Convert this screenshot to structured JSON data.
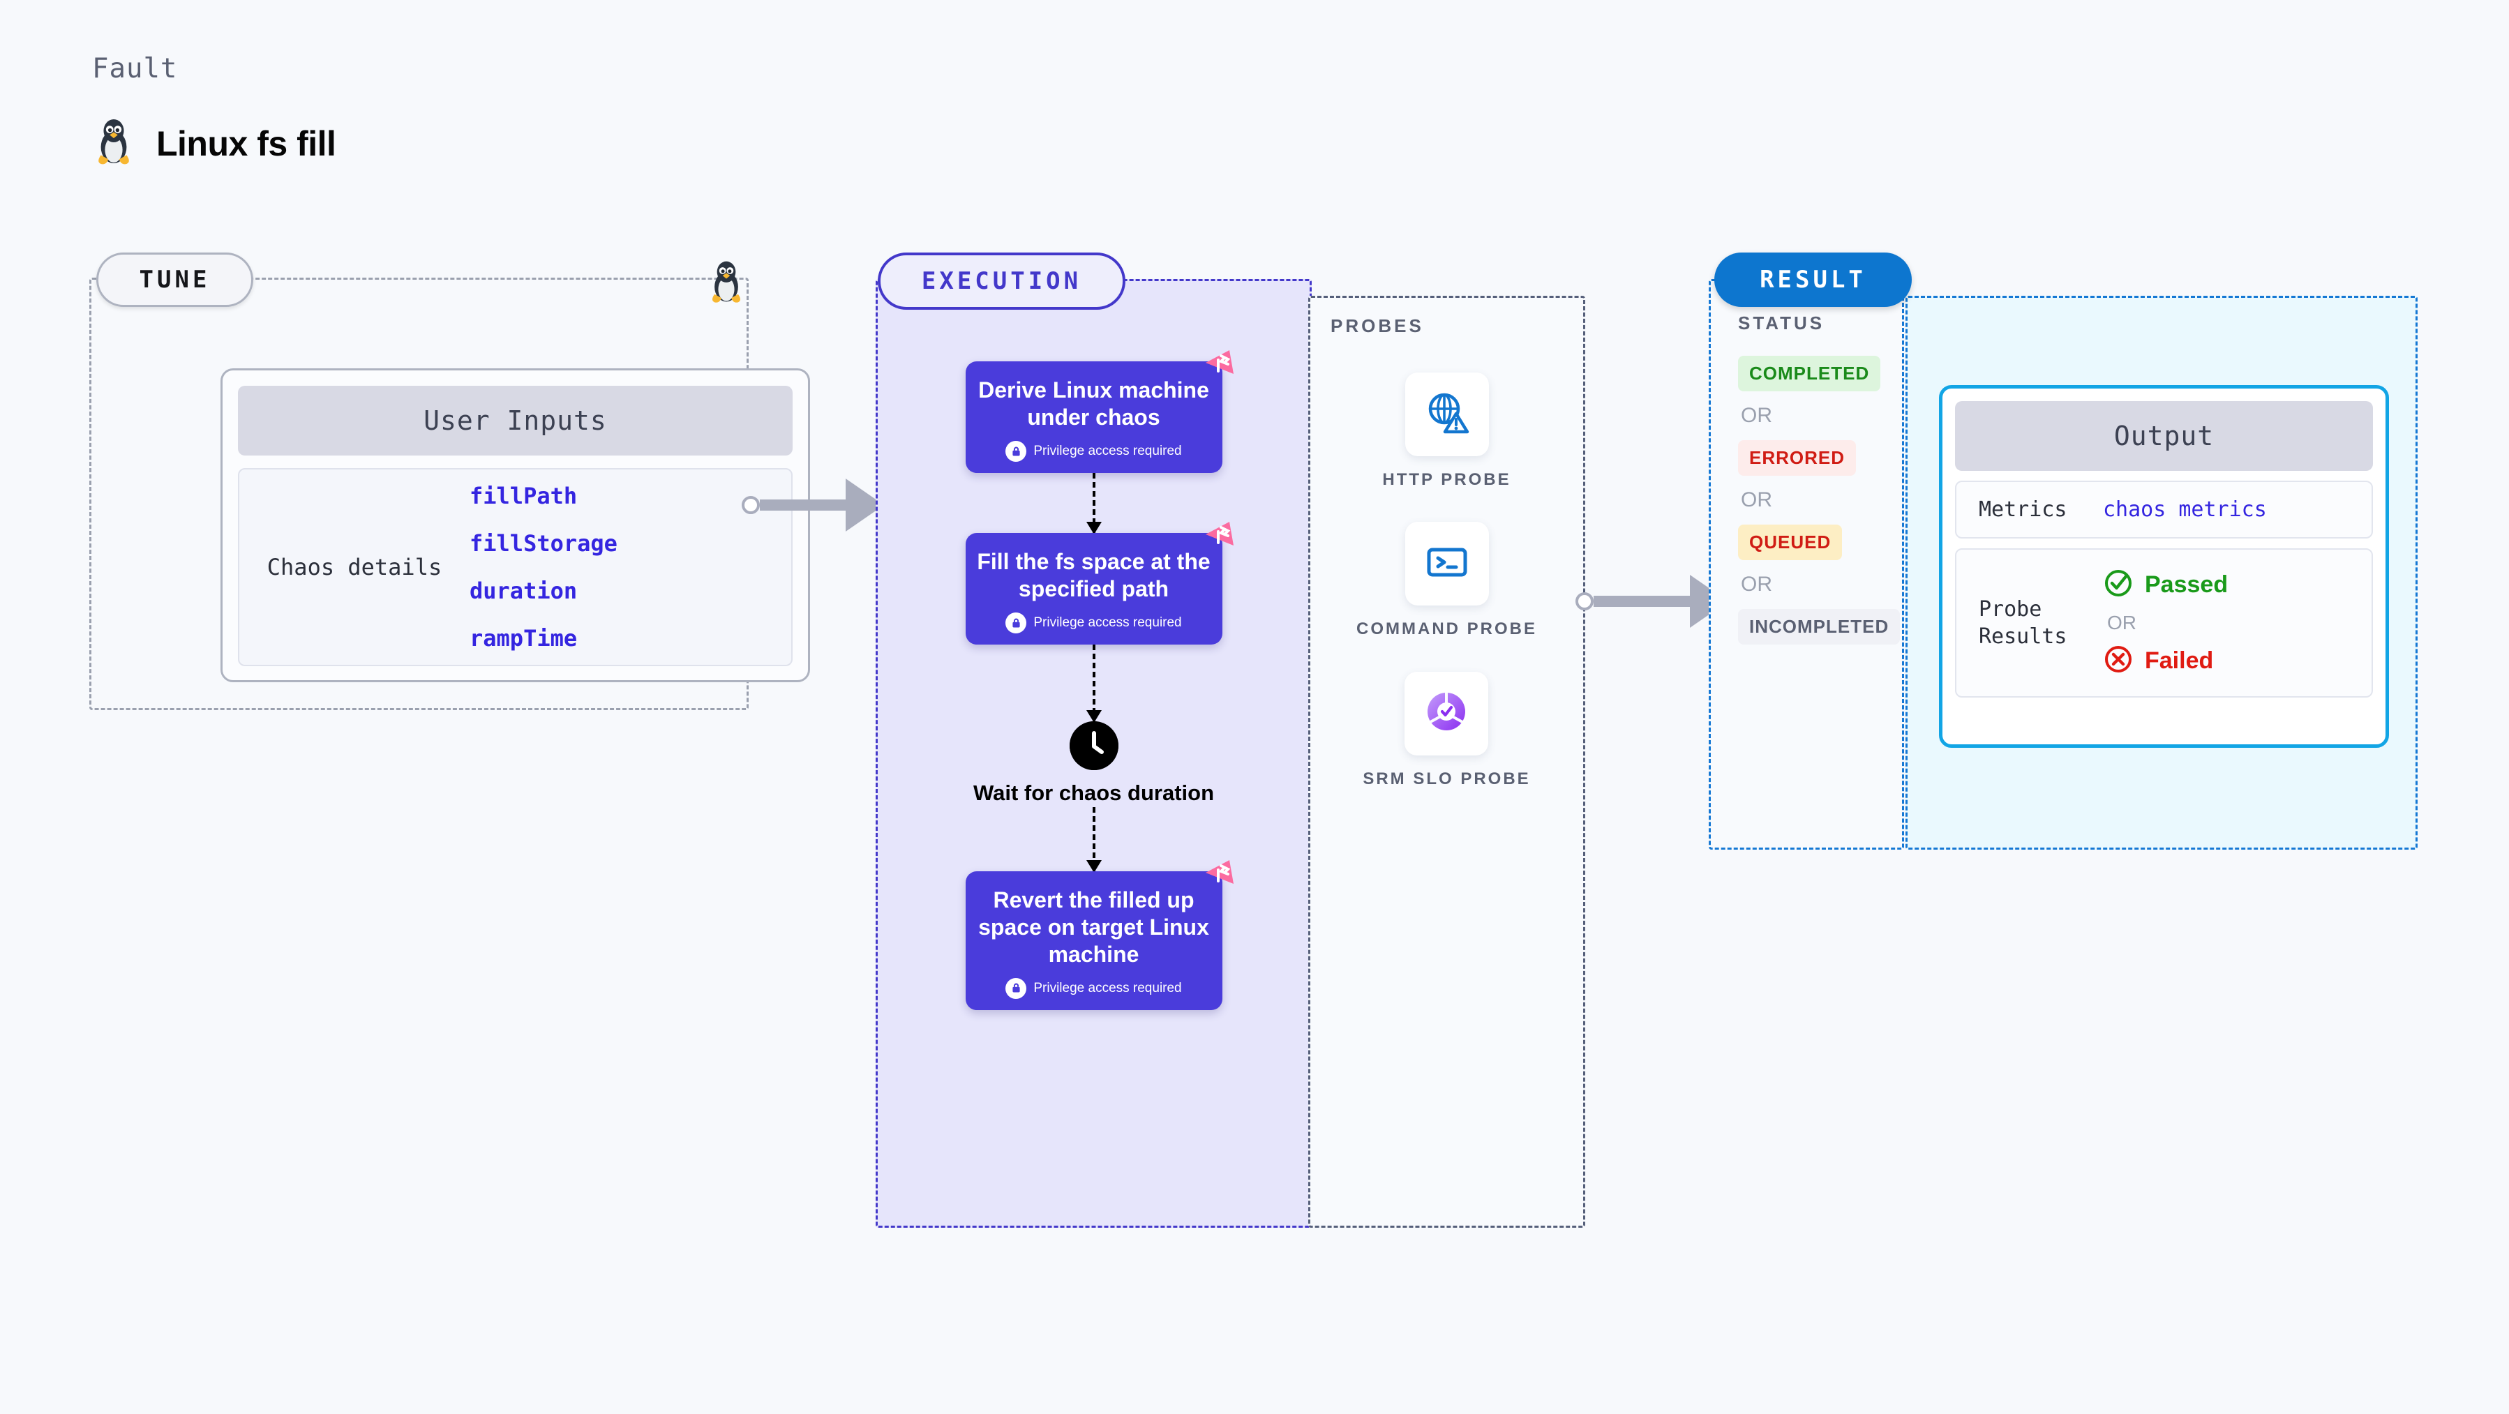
{
  "header": {
    "kicker": "Fault",
    "title": "Linux fs fill",
    "icon": "linux-tux-icon"
  },
  "tune": {
    "chip_label": "TUNE",
    "icon": "linux-tux-icon",
    "card": {
      "header": "User Inputs",
      "row_label": "Chaos details",
      "params": [
        "fillPath",
        "fillStorage",
        "duration",
        "rampTime"
      ]
    }
  },
  "execution": {
    "chip_label": "EXECUTION",
    "steps": [
      {
        "title": "Derive Linux machine under chaos",
        "privilege": "Privilege access required",
        "badge": "fault-corner-icon",
        "lock": "lock-icon"
      },
      {
        "title": "Fill the fs space at the specified path",
        "privilege": "Privilege access required",
        "badge": "fault-corner-icon",
        "lock": "lock-icon"
      },
      {
        "title": "Revert the filled up space on target Linux machine",
        "privilege": "Privilege access required",
        "badge": "fault-corner-icon",
        "lock": "lock-icon"
      }
    ],
    "wait_node": {
      "label": "Wait for chaos duration",
      "icon": "clock-icon"
    }
  },
  "probes": {
    "title": "PROBES",
    "items": [
      {
        "label": "HTTP PROBE",
        "icon": "globe-warning-icon"
      },
      {
        "label": "COMMAND PROBE",
        "icon": "terminal-icon"
      },
      {
        "label": "SRM SLO PROBE",
        "icon": "srm-slo-check-icon"
      }
    ]
  },
  "result": {
    "chip_label": "RESULT",
    "status_title": "STATUS",
    "or_label": "OR",
    "statuses": [
      {
        "label": "COMPLETED",
        "bg": "#ddf5dd",
        "fg": "#1a8a1a"
      },
      {
        "label": "ERRORED",
        "bg": "#fdeceb",
        "fg": "#d01c14"
      },
      {
        "label": "QUEUED",
        "bg": "#fdeec4",
        "fg": "#d01c14"
      },
      {
        "label": "INCOMPLETED",
        "bg": "#f0f1f6",
        "fg": "#5a6072"
      }
    ]
  },
  "output": {
    "header": "Output",
    "metrics_key": "Metrics",
    "metrics_value": "chaos metrics",
    "probe_results_key": "Probe Results",
    "passed_label": "Passed",
    "passed_icon": "check-circle-icon",
    "or_label": "OR",
    "failed_label": "Failed",
    "failed_icon": "x-circle-icon"
  },
  "colors": {
    "page_bg": "#f7f9fc",
    "execution_accent": "#4338ca",
    "execution_fill": "#e6e5fb",
    "step_bg": "#4a3cdb",
    "result_accent": "#0d76cf",
    "output_accent": "#12a5e5",
    "output_fill": "#eaf9fe",
    "param_text": "#3425e0",
    "fault_badge": "#fb6ba0",
    "connector": "#a9adbd"
  }
}
